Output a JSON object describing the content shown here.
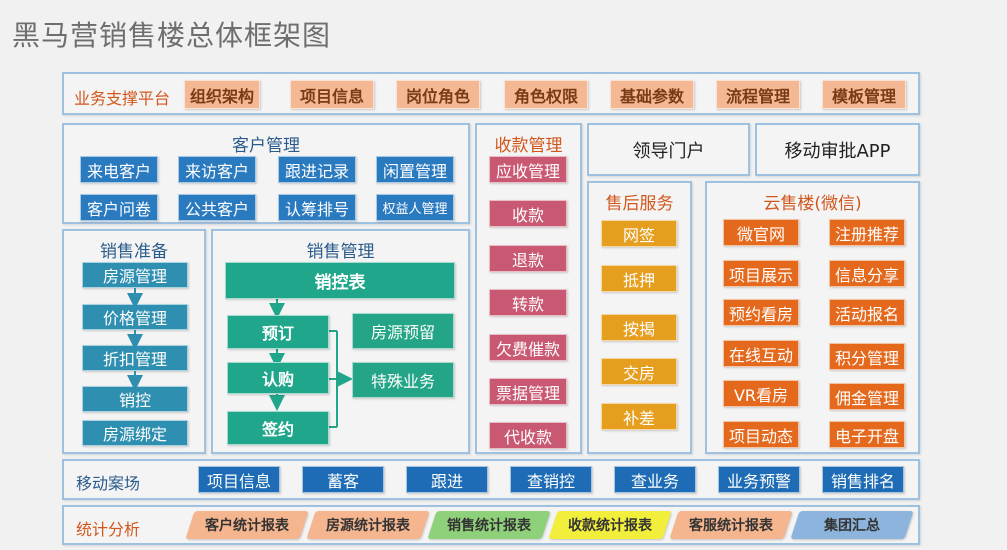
{
  "title": "黑马营销售楼总体框架图",
  "platform": {
    "label": "业务支撑平台",
    "items": [
      "组织架构",
      "项目信息",
      "岗位角色",
      "角色权限",
      "基础参数",
      "流程管理",
      "模板管理"
    ]
  },
  "customer": {
    "title": "客户管理",
    "items": [
      "来电客户",
      "来访客户",
      "跟进记录",
      "闲置管理",
      "客户问卷",
      "公共客户",
      "认筹排号",
      "权益人管理"
    ]
  },
  "prep": {
    "title": "销售准备",
    "items": [
      "房源管理",
      "价格管理",
      "折扣管理",
      "销控",
      "房源绑定"
    ]
  },
  "sales": {
    "title": "销售管理",
    "top": "销控表",
    "flow": [
      "预订",
      "认购",
      "签约"
    ],
    "side": [
      "房源预留",
      "特殊业务"
    ]
  },
  "payment": {
    "title": "收款管理",
    "items": [
      "应收管理",
      "收款",
      "退款",
      "转款",
      "欠费催款",
      "票据管理",
      "代收款"
    ]
  },
  "leader": {
    "label": "领导门户"
  },
  "mobileApproval": {
    "label": "移动审批APP"
  },
  "aftersale": {
    "title": "售后服务",
    "items": [
      "网签",
      "抵押",
      "按揭",
      "交房",
      "补差"
    ]
  },
  "cloud": {
    "title": "云售楼(微信)",
    "left": [
      "微官网",
      "项目展示",
      "预约看房",
      "在线互动",
      "VR看房",
      "项目动态"
    ],
    "right": [
      "注册推荐",
      "信息分享",
      "活动报名",
      "积分管理",
      "佣金管理",
      "电子开盘"
    ]
  },
  "mobile": {
    "label": "移动案场",
    "items": [
      "项目信息",
      "蓄客",
      "跟进",
      "查销控",
      "查业务",
      "业务预警",
      "销售排名"
    ]
  },
  "stats": {
    "label": "统计分析",
    "items": [
      "客户统计报表",
      "房源统计报表",
      "销售统计报表",
      "收款统计报表",
      "客服统计报表",
      "集团汇总"
    ],
    "colors": [
      "#f5b58e",
      "#f5b58e",
      "#8fd07a",
      "#f2ee3c",
      "#f5b58e",
      "#8db4dc"
    ]
  }
}
